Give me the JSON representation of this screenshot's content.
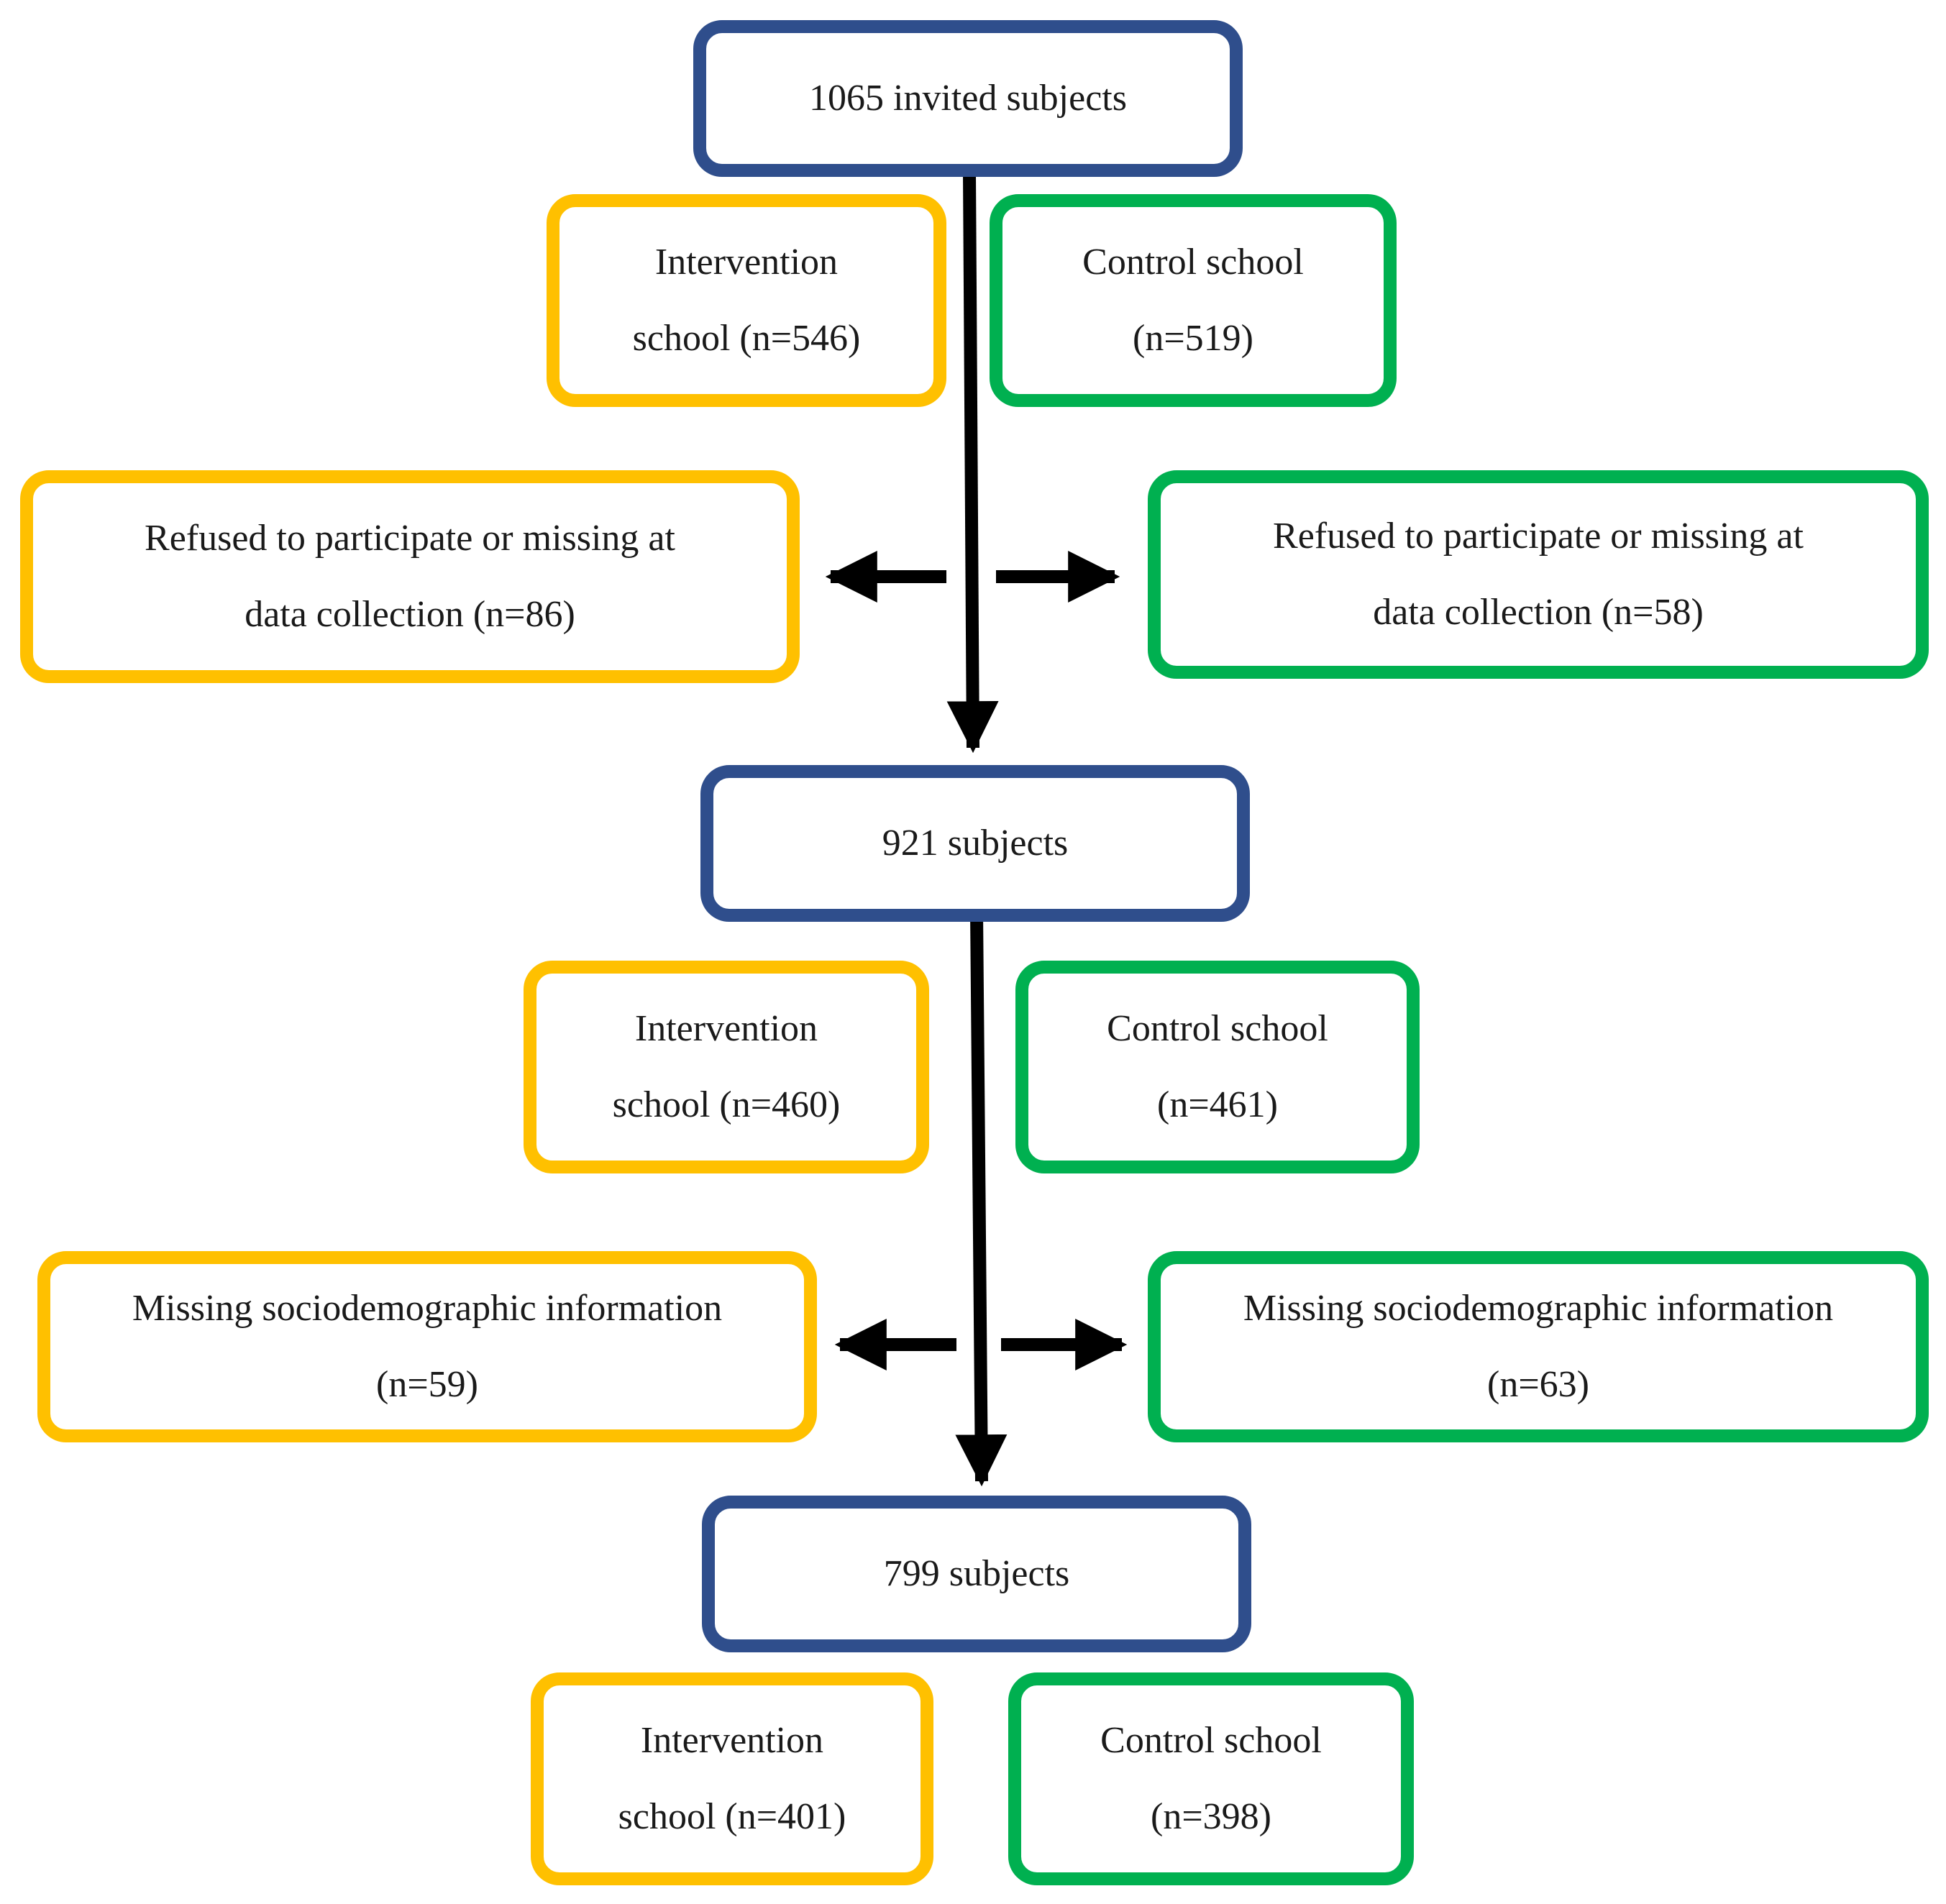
{
  "colors": {
    "total_border": "#2f4e8c",
    "intervention_border": "#ffc000",
    "control_border": "#00b050",
    "arrow": "#000000"
  },
  "stage1": {
    "total": "1065 invited subjects",
    "intervention": [
      "Intervention",
      "school (n=546)"
    ],
    "control": [
      "Control school",
      "(n=519)"
    ]
  },
  "exclusion1": {
    "intervention": [
      "Refused to participate or missing at",
      "data collection (n=86)"
    ],
    "control": [
      "Refused to participate or missing at",
      "data collection (n=58)"
    ]
  },
  "stage2": {
    "total": "921 subjects",
    "intervention": [
      "Intervention",
      "school (n=460)"
    ],
    "control": [
      "Control school",
      "(n=461)"
    ]
  },
  "exclusion2": {
    "intervention": [
      "Missing sociodemographic information",
      "(n=59)"
    ],
    "control": [
      "Missing sociodemographic information",
      "(n=63)"
    ]
  },
  "stage3": {
    "total": "799 subjects",
    "intervention": [
      "Intervention",
      "school (n=401)"
    ],
    "control": [
      "Control school",
      "(n=398)"
    ]
  }
}
